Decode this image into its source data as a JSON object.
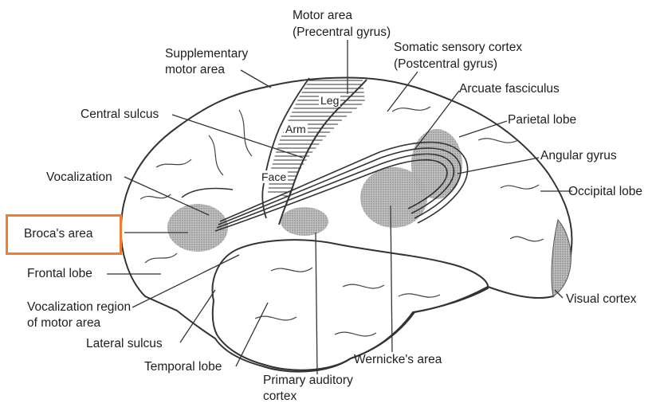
{
  "labels": {
    "motor_area": "Motor area",
    "motor_area_sub": "(Precentral gyrus)",
    "somatic": "Somatic sensory cortex",
    "somatic_sub": "(Postcentral gyrus)",
    "supplementary": "Supplementary",
    "supplementary_2": "motor area",
    "arcuate": "Arcuate fasciculus",
    "central_sulcus": "Central sulcus",
    "parietal": "Parietal lobe",
    "angular": "Angular gyrus",
    "vocalization": "Vocalization",
    "occipital": "Occipital lobe",
    "broca": "Broca's area",
    "frontal": "Frontal lobe",
    "vocal_region": "Vocalization region",
    "vocal_region_2": "of motor area",
    "visual": "Visual cortex",
    "lateral": "Lateral sulcus",
    "wernicke": "Wernicke's area",
    "temporal": "Temporal lobe",
    "auditory": "Primary auditory",
    "auditory_2": "cortex",
    "leg": "Leg",
    "arm": "Arm",
    "face": "Face"
  },
  "highlight": {
    "target": "broca",
    "color": "#ef7d32"
  }
}
